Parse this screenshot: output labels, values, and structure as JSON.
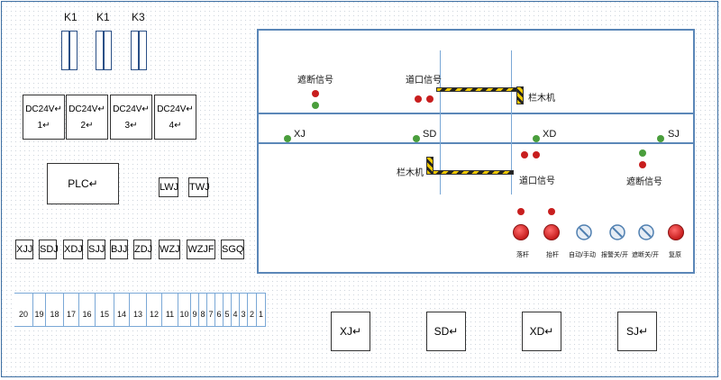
{
  "breakers": [
    "K1",
    "K1",
    "K3"
  ],
  "power_supplies": [
    {
      "label": "DC24V↵",
      "num": "1↵"
    },
    {
      "label": "DC24V↵",
      "num": "2↵"
    },
    {
      "label": "DC24V↵",
      "num": "3↵"
    },
    {
      "label": "DC24V↵",
      "num": "4↵"
    }
  ],
  "plc": "PLC↵",
  "lwj": "LWJ",
  "twj": "TWJ",
  "relays": [
    "XJJ",
    "SDJ",
    "XDJ",
    "SJJ",
    "BJJ",
    "ZDJ",
    "WZJ",
    "WZJF",
    "SGQ"
  ],
  "terminals": [
    "20",
    "19",
    "18",
    "17",
    "16",
    "15",
    "14",
    "13",
    "12",
    "11",
    "10",
    "9",
    "8",
    "7",
    "6",
    "5",
    "4",
    "3",
    "2",
    "1"
  ],
  "bottom_boxes": [
    "XJ↵",
    "SD↵",
    "XD↵",
    "SJ↵"
  ],
  "panel": {
    "block_signal_top": "遮断信号",
    "crossing_signal_top": "道口信号",
    "barrier_top": "栏木机",
    "track_xj": "XJ",
    "track_sd": "SD",
    "track_xd": "XD",
    "track_sj": "SJ",
    "barrier_bottom": "栏木机",
    "crossing_signal_bottom": "道口信号",
    "block_signal_bottom": "遮断信号",
    "controls": [
      "落杆",
      "抬杆",
      "自动/手动",
      "报警关/开",
      "遮断关/开",
      "复原"
    ]
  },
  "colors": {
    "red_lamp": "#c81e1e",
    "green_lamp": "#4a9e3c",
    "panel_border": "#5b87b8",
    "track": "#5b87b8"
  }
}
